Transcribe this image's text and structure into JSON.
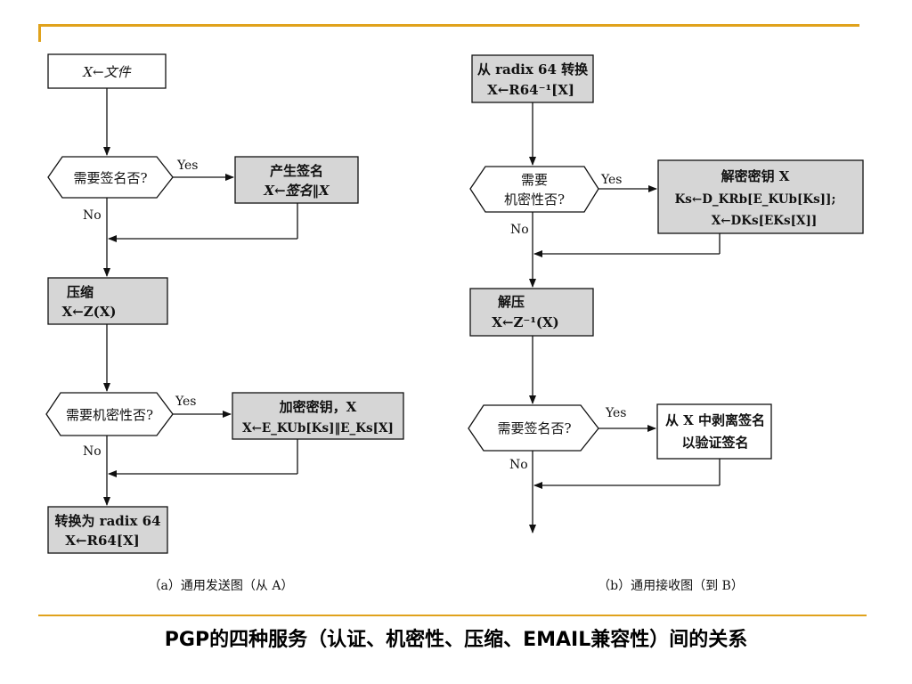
{
  "caption": "PGP的四种服务（认证、机密性、压缩、EMAIL兼容性）间的关系",
  "colors": {
    "accent_rule": "#e0a21c",
    "shaded_box": "#d6d6d6",
    "line": "#111111"
  },
  "left": {
    "start": "X←文件",
    "dec1": "需要签名否?",
    "dec1_yes": "Yes",
    "dec1_no": "No",
    "sign_l1": "产生签名",
    "sign_l2": "X←签名‖X",
    "compress_l1": "压缩",
    "compress_l2": "X←Z(X)",
    "dec2": "需要机密性否?",
    "dec2_yes": "Yes",
    "dec2_no": "No",
    "enc_l1": "加密密钥，X",
    "enc_l2": "X←E_KUb[Ks]‖E_Ks[X]",
    "radix_l1": "转换为 radix 64",
    "radix_l2": "X←R64[X]",
    "sub_caption": "（a）通用发送图（从 A）"
  },
  "right": {
    "start_l1": "从 radix 64 转换",
    "start_l2": "X←R64⁻¹[X]",
    "dec1_l1": "需要",
    "dec1_l2": "机密性否?",
    "dec1_yes": "Yes",
    "dec1_no": "No",
    "decrypt_l1": "解密密钥 X",
    "decrypt_l2": "Ks←D_KRb[E_KUb[Ks]];",
    "decrypt_l3": "X←DKs[EKs[X]]",
    "decompress_l1": "解压",
    "decompress_l2": "X←Z⁻¹(X)",
    "dec2": "需要签名否?",
    "dec2_yes": "Yes",
    "dec2_no": "No",
    "verify_l1": "从 X 中剥离签名",
    "verify_l2": "以验证签名",
    "sub_caption": "（b）通用接收图（到 B）"
  }
}
